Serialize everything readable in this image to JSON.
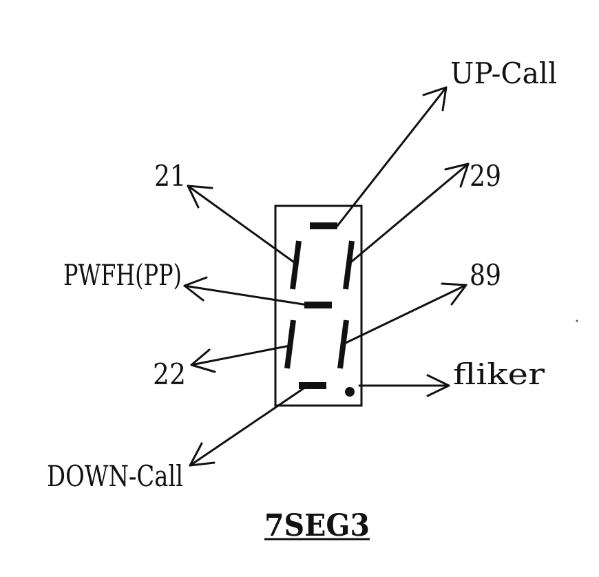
{
  "diagram": {
    "labels": {
      "up_call": "UP-Call",
      "seg_21": "21",
      "seg_29": "29",
      "pwfh_pp": "PWFH(PP)",
      "seg_89": "89",
      "seg_22": "22",
      "fliker": "fliker",
      "down_call": "DOWN-Call"
    },
    "caption": "7SEG3"
  },
  "colors": {
    "ink": "#111111",
    "background": "#ffffff"
  }
}
